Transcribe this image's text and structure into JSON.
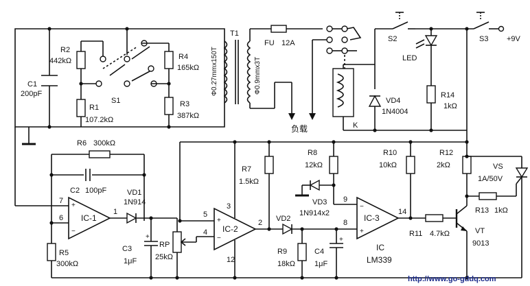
{
  "resistors": {
    "r1": {
      "name": "R1",
      "value": "107.2kΩ"
    },
    "r2": {
      "name": "R2",
      "value": "442kΩ"
    },
    "r3": {
      "name": "R3",
      "value": "387kΩ"
    },
    "r4": {
      "name": "R4",
      "value": "165kΩ"
    },
    "r5": {
      "name": "R5",
      "value": "300kΩ"
    },
    "r6": {
      "name": "R6",
      "value": "300kΩ"
    },
    "r7": {
      "name": "R7",
      "value": "1.5kΩ"
    },
    "r8": {
      "name": "R8",
      "value": "12kΩ"
    },
    "r9": {
      "name": "R9",
      "value": "18kΩ"
    },
    "r10": {
      "name": "R10",
      "value": "10kΩ"
    },
    "r11": {
      "name": "R11",
      "value": "4.7kΩ"
    },
    "r12": {
      "name": "R12",
      "value": "2kΩ"
    },
    "r13": {
      "name": "R13",
      "value": "1kΩ"
    },
    "r14": {
      "name": "R14",
      "value": "1kΩ"
    },
    "rp": {
      "name": "RP",
      "value": "25kΩ"
    }
  },
  "capacitors": {
    "c1": {
      "name": "C1",
      "value": "200pF"
    },
    "c2": {
      "name": "C2",
      "value": "100pF"
    },
    "c3": {
      "name": "C3",
      "value": "1μF"
    },
    "c4": {
      "name": "C4",
      "value": "1μF"
    }
  },
  "diodes": {
    "vd1": {
      "name": "VD1",
      "value": "1N914"
    },
    "vd2": {
      "name": "VD2"
    },
    "vd3": {
      "name": "VD3",
      "value": "1N914x2"
    },
    "vd4": {
      "name": "VD4",
      "value": "1N4004"
    },
    "vs": {
      "name": "VS",
      "value": "1A/50V"
    },
    "led": {
      "name": "LED"
    }
  },
  "ics": {
    "ic1": "IC-1",
    "ic2": "IC-2",
    "ic3": "IC-3",
    "ic_label": "IC",
    "ic_part": "LM339"
  },
  "pins": {
    "p7": "7",
    "p6": "6",
    "p1": "1",
    "p5": "5",
    "p4": "4",
    "p3": "3",
    "p12": "12",
    "p2": "2",
    "p9": "9",
    "p8": "8",
    "p14": "14"
  },
  "transformer": {
    "name": "T1",
    "primary": "Φ0.27mmx150T",
    "secondary": "Φ0.9mmx3T"
  },
  "fuse": {
    "name": "FU",
    "value": "12A"
  },
  "switches": {
    "s1": "S1",
    "s2": "S2",
    "s3": "S3"
  },
  "relay": "K",
  "transistor": {
    "name": "VT",
    "value": "9013"
  },
  "load_label": "负载",
  "supply": "+9V",
  "watermark": "http://www.go-gddq.com"
}
